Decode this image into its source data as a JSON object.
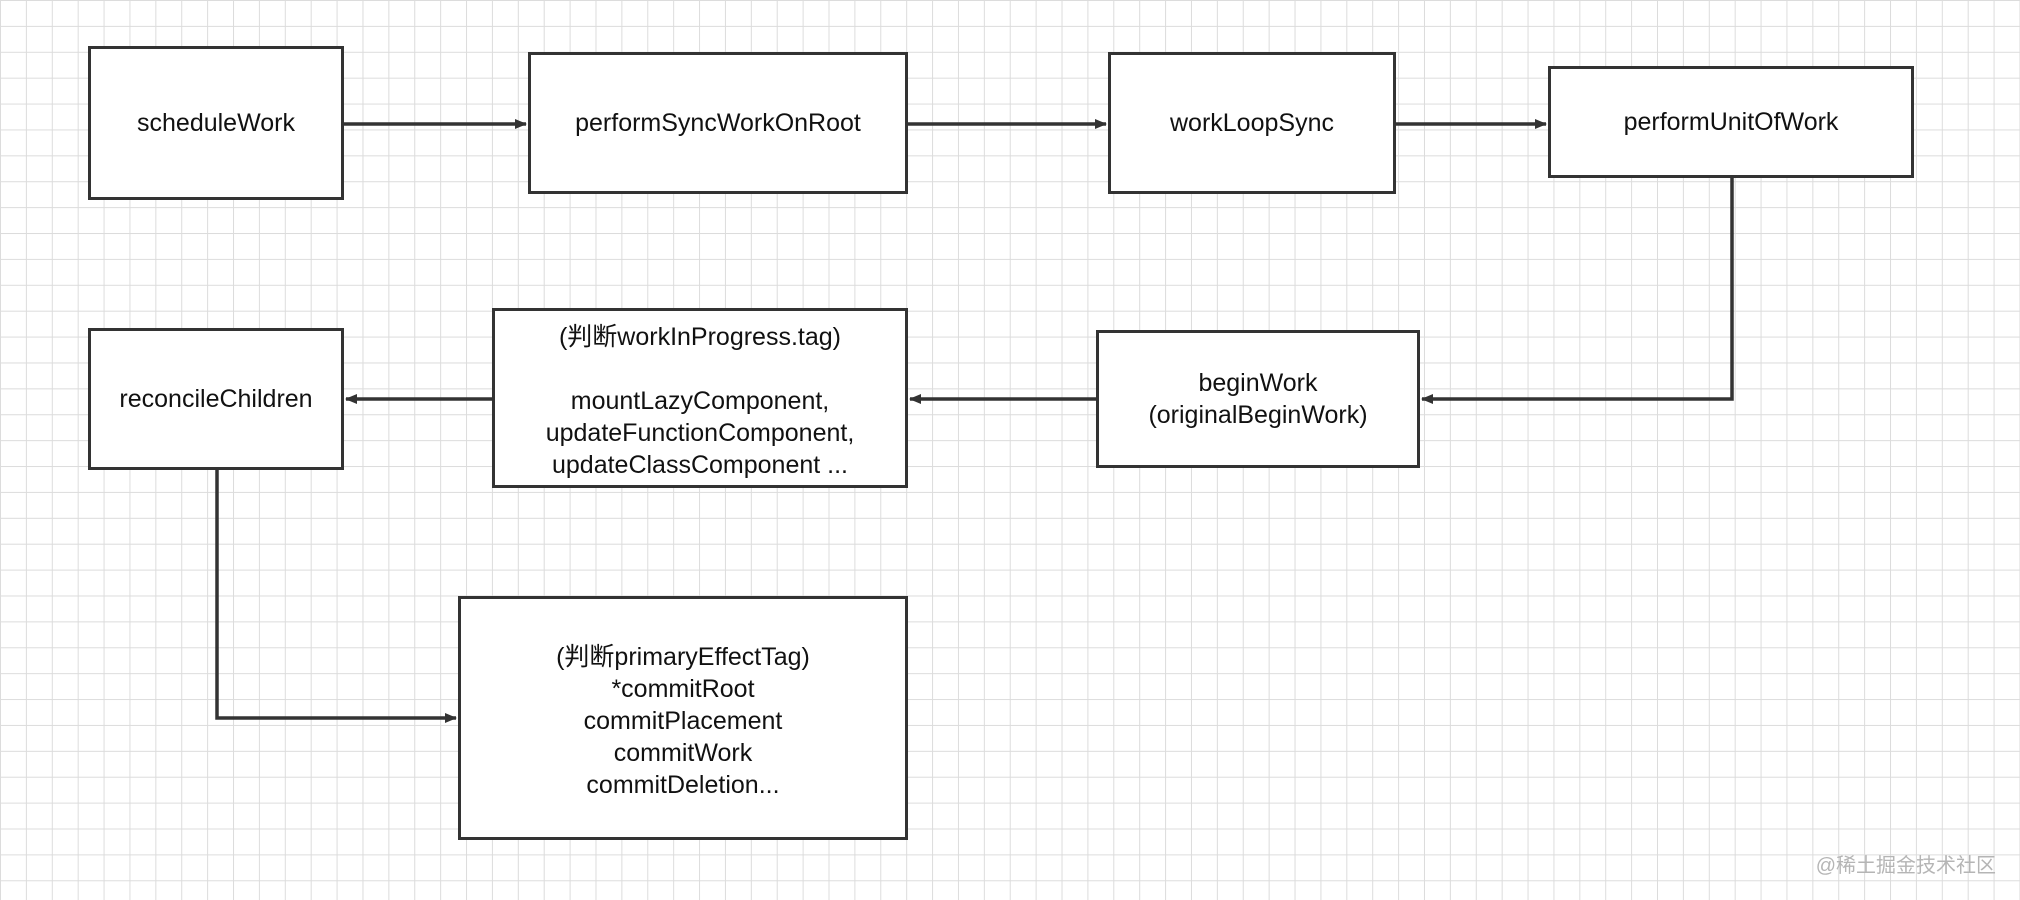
{
  "nodes": {
    "schedule_work": {
      "label": "scheduleWork"
    },
    "perform_sync_work_on_root": {
      "label": "performSyncWorkOnRoot"
    },
    "work_loop_sync": {
      "label": "workLoopSync"
    },
    "perform_unit_of_work": {
      "label": "performUnitOfWork"
    },
    "begin_work": {
      "lines": [
        "beginWork",
        "(originalBeginWork)"
      ]
    },
    "tag_switch": {
      "heading": "(判断workInProgress.tag)",
      "lines": [
        "mountLazyComponent,",
        "updateFunctionComponent,",
        "updateClassComponent ..."
      ]
    },
    "reconcile_children": {
      "label": "reconcileChildren"
    },
    "commit_phase": {
      "lines": [
        "(判断primaryEffectTag)",
        "*commitRoot",
        "commitPlacement",
        "commitWork",
        "commitDeletion..."
      ]
    }
  },
  "edges": [
    {
      "from": "scheduleWork",
      "to": "performSyncWorkOnRoot"
    },
    {
      "from": "performSyncWorkOnRoot",
      "to": "workLoopSync"
    },
    {
      "from": "workLoopSync",
      "to": "performUnitOfWork"
    },
    {
      "from": "performUnitOfWork",
      "to": "beginWork"
    },
    {
      "from": "beginWork",
      "to": "(判断workInProgress.tag)"
    },
    {
      "from": "(判断workInProgress.tag)",
      "to": "reconcileChildren"
    },
    {
      "from": "reconcileChildren",
      "to": "(判断primaryEffectTag)"
    }
  ],
  "watermark": "@稀土掘金技术社区",
  "colors": {
    "stroke": "#333333",
    "grid": "#dcdcdc",
    "watermark": "#b5b5b5"
  }
}
